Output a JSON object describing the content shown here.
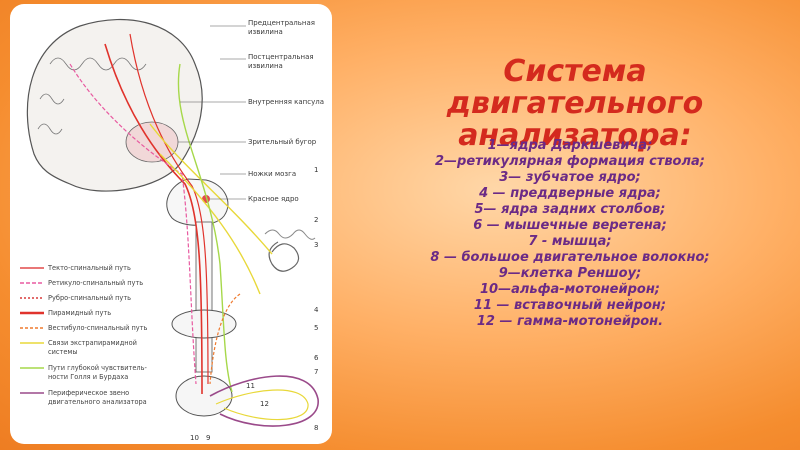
{
  "slide": {
    "title": "Система двигательного анализатора:",
    "items": [
      "1—ядра Даркшевича;",
      "2—ретикулярная формация ствола;",
      "3— зубчатое ядро;",
      "4 — преддверные ядра;",
      "5— ядра задних столбов;",
      "6 — мышечные веретена;",
      "7 - мышца;",
      "8 — большое двигательное волокно;",
      "9—клетка Реншоу;",
      "10—альфа-мотонейрон;",
      "11 — вставочный нейрон;",
      "12 — гамма-мотонейрон."
    ]
  },
  "figure": {
    "labels": {
      "precentral_1": "Предцентральная",
      "precentral_2": "извилина",
      "postcentral_1": "Постцентральная",
      "postcentral_2": "извилина",
      "capsule": "Внутренняя капсула",
      "thalamus": "Зрительный бугор",
      "peduncles": "Ножки мозга",
      "red_nucleus": "Красное ядро"
    },
    "numbers": [
      "1",
      "2",
      "3",
      "4",
      "5",
      "6",
      "7",
      "8",
      "9",
      "10",
      "11",
      "12"
    ],
    "legend": [
      {
        "label": "Текто-спинальный путь",
        "color": "#e24a4a",
        "dash": ""
      },
      {
        "label": "Ретикуло-спинальный путь",
        "color": "#e85aa0",
        "dash": "4 2"
      },
      {
        "label": "Рубро-спинальный путь",
        "color": "#d83a3a",
        "dash": "2 2"
      },
      {
        "label": "Пирамидный путь",
        "color": "#e0332c",
        "dash": ""
      },
      {
        "label": "Вестибуло-спинальный путь",
        "color": "#ef7a2e",
        "dash": "3 2"
      },
      {
        "label": "Связи экстрапирамидной",
        "color": "#e8d83a",
        "dash": ""
      },
      {
        "label": "системы",
        "color": "",
        "dash": ""
      },
      {
        "label": "Пути глубокой чувствитель-",
        "color": "#a6d84a",
        "dash": ""
      },
      {
        "label": "ности Голля и Бурдаха",
        "color": "",
        "dash": ""
      },
      {
        "label": "Периферическое звено",
        "color": "#9a4a8a",
        "dash": ""
      },
      {
        "label": "двигательного анализатора",
        "color": "",
        "dash": ""
      }
    ],
    "colors": {
      "pyramidal": "#e0332c",
      "extrapyramidal": "#e8d83a",
      "sensory": "#a6d84a",
      "reticular": "#e85aa0",
      "peripheral": "#9a4a8a",
      "outline": "#555555"
    }
  }
}
